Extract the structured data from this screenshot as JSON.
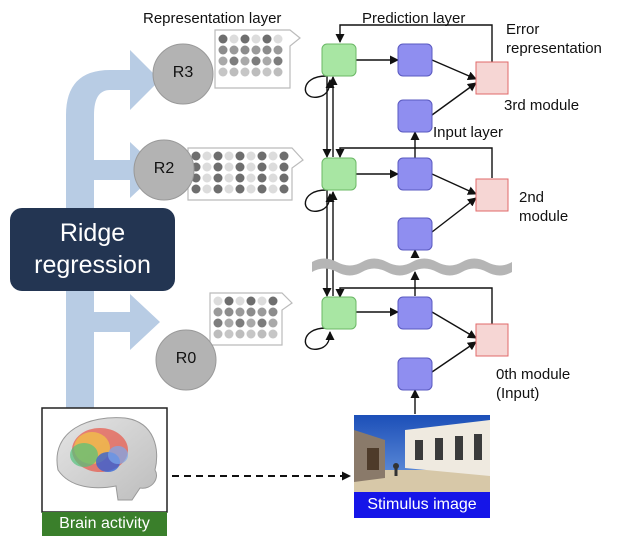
{
  "labels": {
    "representation_layer": "Representation layer",
    "prediction_layer": "Prediction layer",
    "error_representation_line1": "Error",
    "error_representation_line2": "representation",
    "input_layer": "Input layer",
    "module_3rd": "3rd module",
    "module_2nd_line1": "2nd",
    "module_2nd_line2": "module",
    "module_0th_line1": "0th module",
    "module_0th_line2": "(Input)"
  },
  "nodes": {
    "r3": "R3",
    "r2": "R2",
    "r0": "R0"
  },
  "ridge_regression": {
    "line1": "Ridge",
    "line2": "regression"
  },
  "brain_activity_label": "Brain activity",
  "stimulus_image_label": "Stimulus image",
  "colors": {
    "prediction_node": "#a8e6a3",
    "input_node": "#8f8ef0",
    "error_node": "#f6d6d4",
    "ridge_box": "#233552",
    "brain_label_bg": "#3a7f2b",
    "stimulus_label_bg": "#1515e8",
    "big_arrow": "#b8cce4",
    "circle": "#b3b3b3"
  }
}
